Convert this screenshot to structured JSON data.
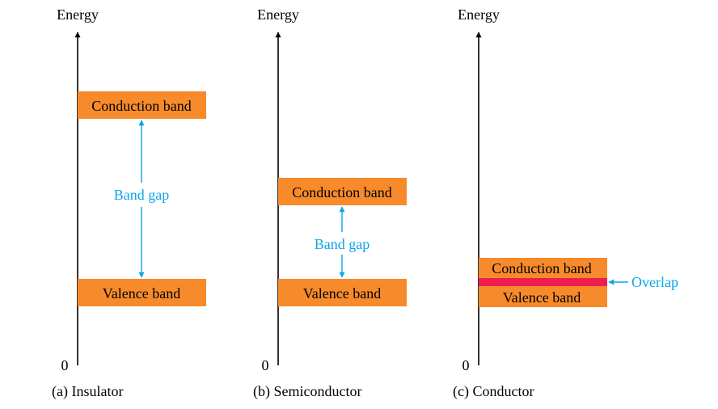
{
  "colors": {
    "band": "#f78a2a",
    "overlap": "#ef1d4f",
    "gap": "#0aa5e8",
    "axis": "#000000"
  },
  "panels": [
    {
      "axis_label": "Energy",
      "origin_label": "0",
      "caption": "(a) Insulator",
      "conduction_label": "Conduction band",
      "valence_label": "Valence band",
      "gap_label": "Band gap"
    },
    {
      "axis_label": "Energy",
      "origin_label": "0",
      "caption": "(b) Semiconductor",
      "conduction_label": "Conduction band",
      "valence_label": "Valence band",
      "gap_label": "Band gap"
    },
    {
      "axis_label": "Energy",
      "origin_label": "0",
      "caption": "(c) Conductor",
      "conduction_label": "Conduction band",
      "valence_label": "Valence band",
      "overlap_label": "Overlap"
    }
  ]
}
